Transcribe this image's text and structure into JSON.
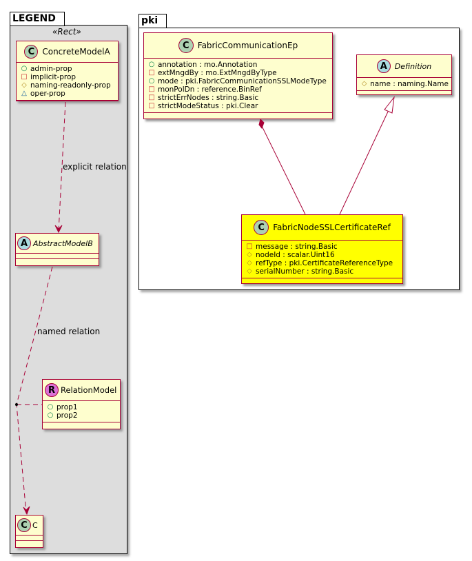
{
  "legend": {
    "package_name": "LEGEND",
    "stereotype": "«Rect»",
    "concrete_class": {
      "name": "ConcreteModelA",
      "icon": "C",
      "attributes": [
        {
          "visibility": "public",
          "symbol": "○",
          "text": "admin-prop"
        },
        {
          "visibility": "private",
          "symbol": "□",
          "text": "implicit-prop"
        },
        {
          "visibility": "protected",
          "symbol": "◇",
          "text": "naming-readonly-prop"
        },
        {
          "visibility": "package",
          "symbol": "△",
          "text": "oper-prop"
        }
      ]
    },
    "abstract_class": {
      "name": "AbstractModelB",
      "icon": "A"
    },
    "relation_class": {
      "name": "RelationModel",
      "icon": "R",
      "attributes": [
        {
          "visibility": "public",
          "symbol": "○",
          "text": "prop1"
        },
        {
          "visibility": "public",
          "symbol": "○",
          "text": "prop2"
        }
      ]
    },
    "target_class": {
      "name": "C",
      "icon": "C"
    },
    "explicit_relation_label": "explicit relation",
    "named_relation_label": "named relation"
  },
  "pki": {
    "package_name": "pki",
    "fabric_comm_ep": {
      "name": "FabricCommunicationEp",
      "icon": "C",
      "attributes": [
        {
          "visibility": "public",
          "symbol": "○",
          "text": "annotation : mo.Annotation"
        },
        {
          "visibility": "private",
          "symbol": "□",
          "text": "extMngdBy : mo.ExtMngdByType"
        },
        {
          "visibility": "public",
          "symbol": "○",
          "text": "mode : pki.FabricCommunicationSSLModeType"
        },
        {
          "visibility": "private",
          "symbol": "□",
          "text": "monPolDn : reference.BinRef"
        },
        {
          "visibility": "private",
          "symbol": "□",
          "text": "strictErrNodes : string.Basic"
        },
        {
          "visibility": "private",
          "symbol": "□",
          "text": "strictModeStatus : pki.Clear"
        }
      ]
    },
    "definition": {
      "name": "Definition",
      "icon": "A",
      "attributes": [
        {
          "visibility": "protected",
          "symbol": "◇",
          "text": "name : naming.Name"
        }
      ]
    },
    "fabric_node_ssl_cert_ref": {
      "name": "FabricNodeSSLCertificateRef",
      "icon": "C",
      "highlight_color": "#ffff00",
      "attributes": [
        {
          "visibility": "private",
          "symbol": "□",
          "text": "message : string.Basic"
        },
        {
          "visibility": "protected",
          "symbol": "◇",
          "text": "nodeId : scalar.Uint16"
        },
        {
          "visibility": "protected",
          "symbol": "◇",
          "text": "refType : pki.CertificateReferenceType"
        },
        {
          "visibility": "protected",
          "symbol": "◇",
          "text": "serialNumber : string.Basic"
        }
      ]
    }
  }
}
